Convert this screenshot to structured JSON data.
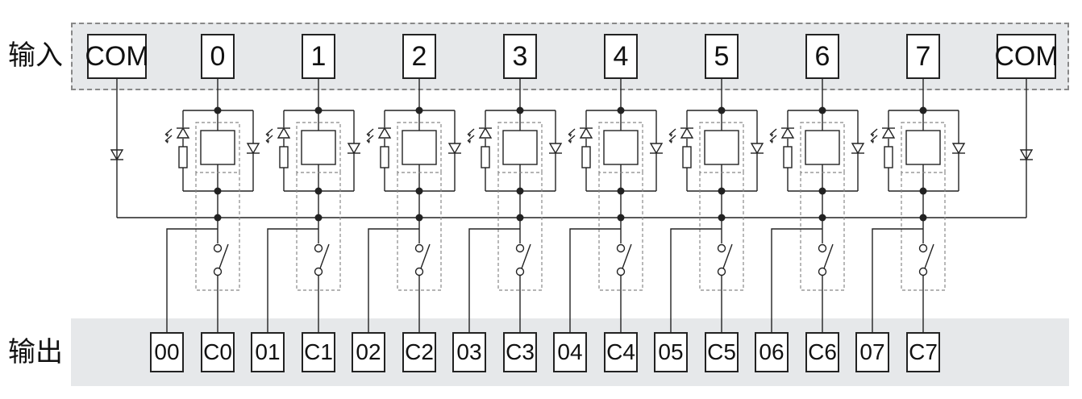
{
  "labels": {
    "input": "输入",
    "output": "输出"
  },
  "input_terminals": [
    "COM",
    "0",
    "1",
    "2",
    "3",
    "4",
    "5",
    "6",
    "7",
    "COM"
  ],
  "output_terminals": [
    "00",
    "C0",
    "01",
    "C1",
    "02",
    "C2",
    "03",
    "C3",
    "04",
    "C4",
    "05",
    "C5",
    "06",
    "C6",
    "07",
    "C7"
  ],
  "colors": {
    "band": "#e6e8ea",
    "line": "#222222",
    "dash": "#888888"
  }
}
